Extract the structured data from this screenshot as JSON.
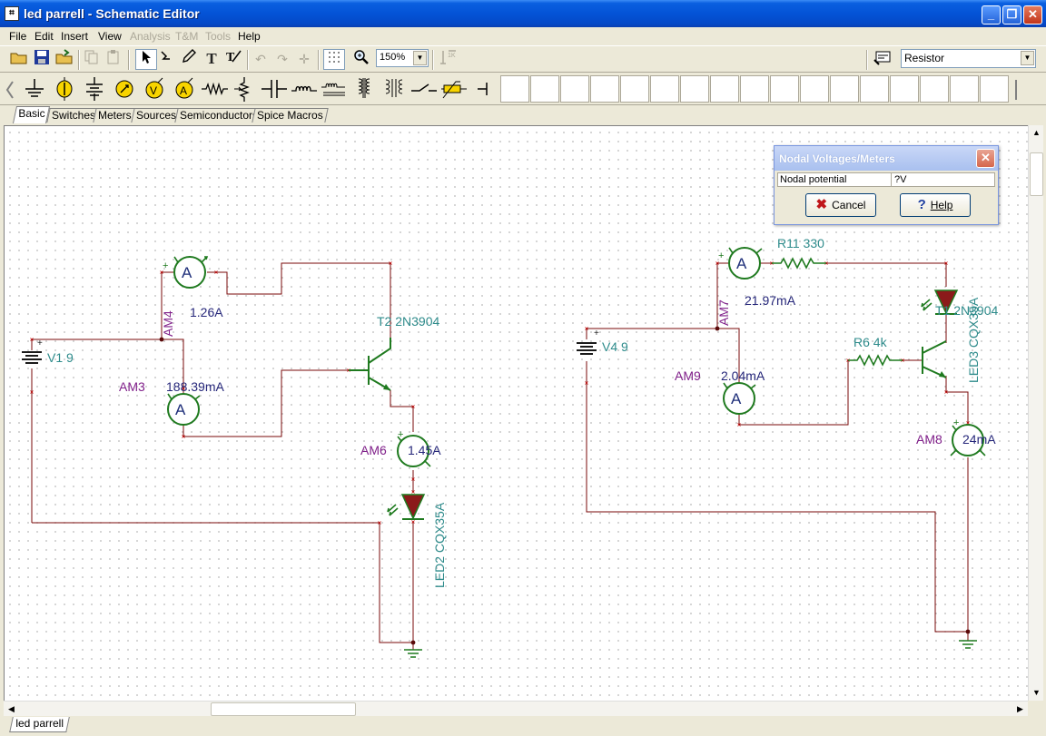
{
  "window": {
    "title": "led parrell - Schematic Editor",
    "controls": {
      "minimize": "_",
      "maximize": "❐",
      "close": "✕"
    }
  },
  "menu": [
    "File",
    "Edit",
    "Insert",
    "View",
    "Analysis",
    "T&M",
    "Tools",
    "Help"
  ],
  "menu_disabled": [
    "Analysis",
    "T&M",
    "Tools"
  ],
  "toolbar": {
    "zoom": "150%",
    "component_select": "Resistor"
  },
  "component_tabs": [
    "Basic",
    "Switches",
    "Meters",
    "Sources",
    "Semiconductors",
    "Spice Macros"
  ],
  "active_component_tab": "Basic",
  "sheet_tab": "led parrell",
  "schematic": {
    "labels": {
      "v1": "V1 9",
      "am4": "AM4",
      "am4_value": "1.26A",
      "am3": "AM3",
      "am3_value": "188.39mA",
      "t2": "T2 2N3904",
      "am6": "AM6",
      "am6_value": "1.45A",
      "led2": "LED2 CQX35A",
      "v4": "V4 9",
      "am7": "AM7",
      "am7_value": "21.97mA",
      "r11": "R11 330",
      "led3": "LED3 CQX35A",
      "t1": "T1 2N3904",
      "r6": "R6 4k",
      "am9": "AM9",
      "am9_value": "2.04mA",
      "am8": "AM8",
      "am8_value": "24mA",
      "ammeter_symbol": "A",
      "plus": "+"
    }
  },
  "dialog": {
    "title": "Nodal Voltages/Meters",
    "row_label": "Nodal potential",
    "row_value": "?V",
    "cancel": "Cancel",
    "help": "Help"
  },
  "colors": {
    "wire": "#7a0a0a",
    "component": "#1f7a1f",
    "label_teal": "#2e8b8b",
    "label_purple": "#80208a",
    "led_fill": "#8b1a1a"
  }
}
